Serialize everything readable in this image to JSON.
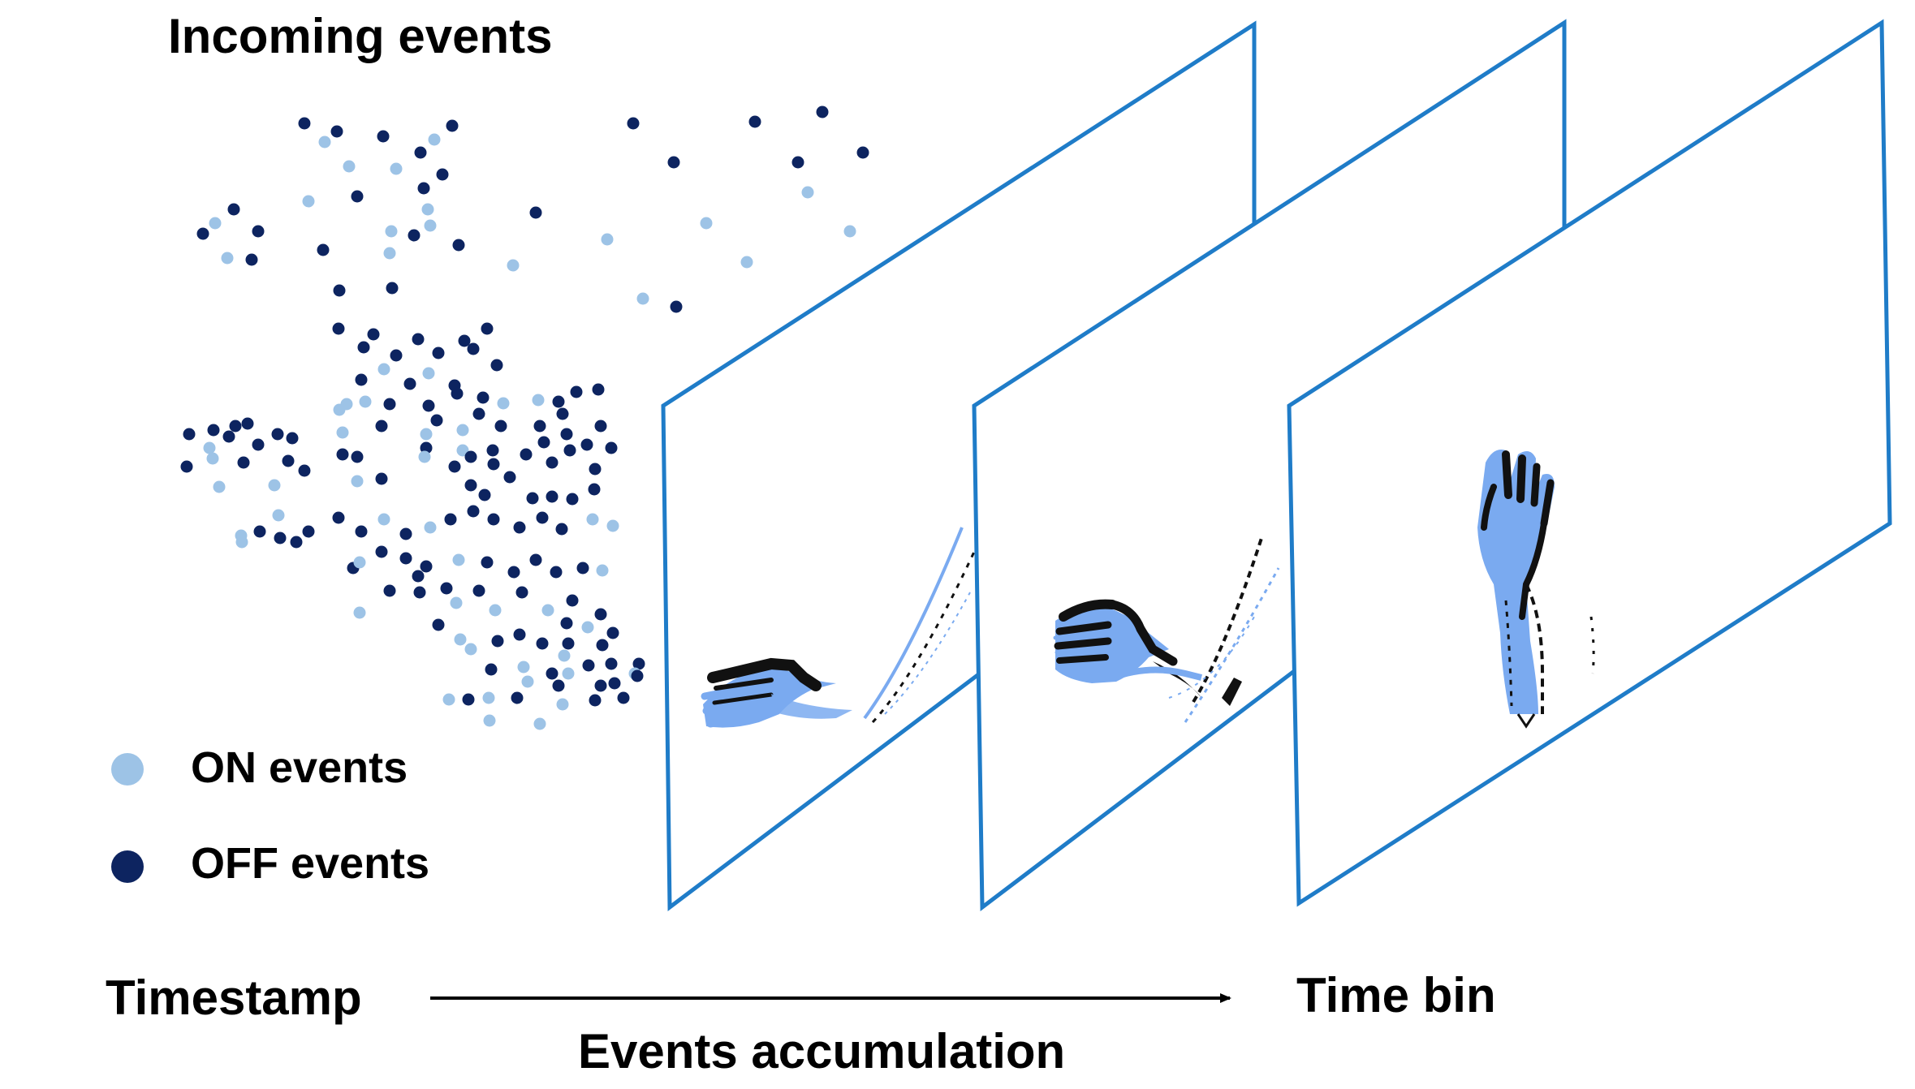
{
  "title": "Incoming events",
  "legend": [
    {
      "key": "on",
      "label": "ON events",
      "color": "#9dc3e6"
    },
    {
      "key": "off",
      "label": "OFF events",
      "color": "#0d2460"
    }
  ],
  "frame_count": 3,
  "frame_color": "#1f7cc8",
  "left_label": "Timestamp",
  "right_label": "Time bin",
  "arrow_label": "Events accumulation",
  "colors": {
    "on": "#9dc3e6",
    "off": "#0d2460",
    "edge": "#111111",
    "arm": "#7aaaf0"
  }
}
